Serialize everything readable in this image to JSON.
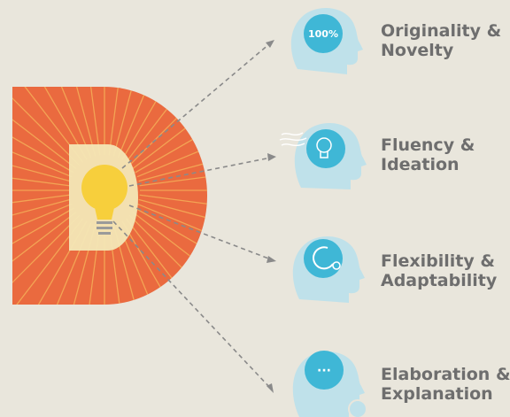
{
  "colors": {
    "background": "#e9e6dc",
    "d_shape": "#ea6a3f",
    "rays": "#f5b35a",
    "bulb": "#f7cf3c",
    "head_fill": "#bfe1ea",
    "circle_fill": "#3fb7d6",
    "label_text": "#6e6e6e",
    "arrow": "#8a8a8a"
  },
  "icons": {
    "center": "light-bulb-icon",
    "traits": [
      "head-percent-icon",
      "head-lightbulb-icon",
      "head-flexibility-icon",
      "head-speech-icon"
    ]
  },
  "traits": [
    {
      "line1": "Originality &",
      "line2": "Novelty",
      "badge": "100%"
    },
    {
      "line1": "Fluency &",
      "line2": "Ideation"
    },
    {
      "line1": "Flexibility &",
      "line2": "Adaptability"
    },
    {
      "line1": "Elaboration &",
      "line2": "Explanation",
      "badge": "···"
    }
  ]
}
